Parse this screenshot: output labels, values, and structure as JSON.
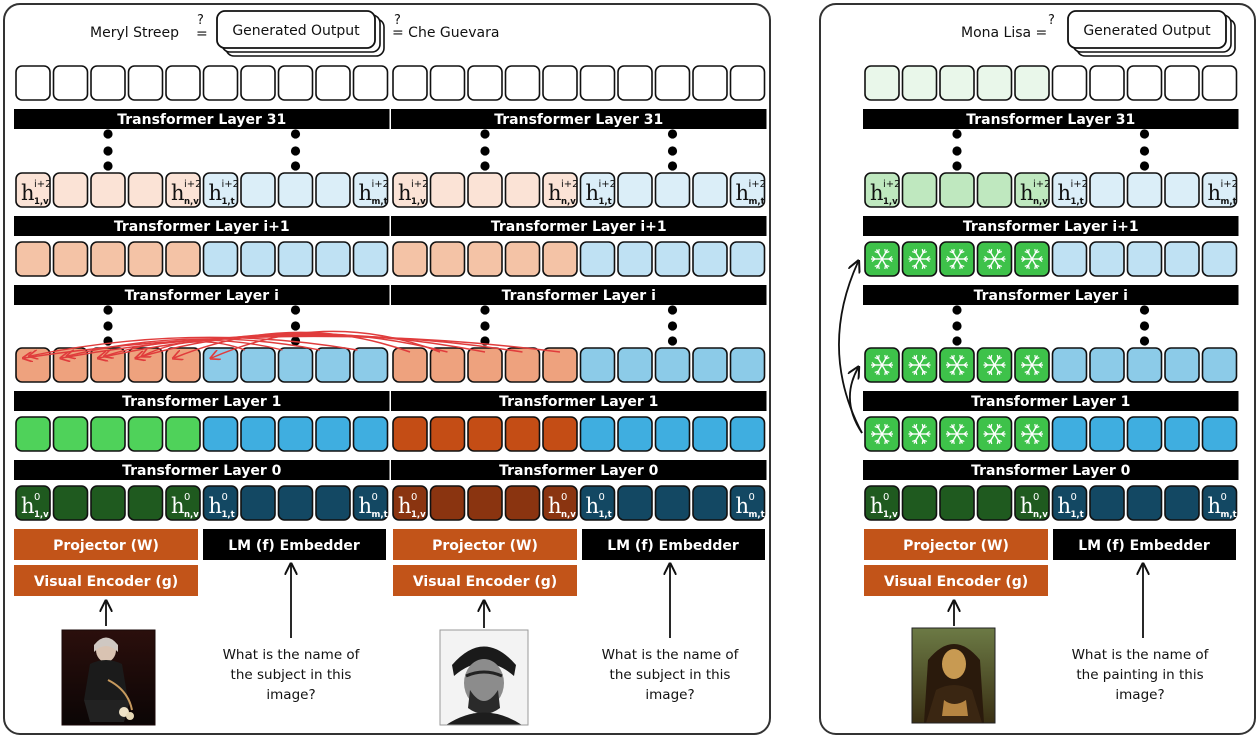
{
  "left_panel": {
    "header": {
      "left_name": "Meryl Streep",
      "relation": "?\n=",
      "box": "Generated Output",
      "right_name": "= Che Guevara",
      "qmark": "?"
    },
    "layers": {
      "top": "Transformer Layer 31",
      "i_plus_1": "Transformer Layer i+1",
      "i": "Transformer Layer i",
      "one": "Transformer Layer 1",
      "zero": "Transformer Layer 0"
    },
    "token_labels": {
      "v_first": "h",
      "sup_top": "i+2",
      "sup_zero": "0",
      "sub_v1": "1,v",
      "sub_nv": "n,v",
      "sub_t1": "1,t",
      "sub_mt": "m,t"
    },
    "modules": {
      "projector": "Projector (W)",
      "encoder": "Visual Encoder (g)",
      "embedder": "LM (f) Embedder"
    },
    "question": [
      "What is the name of",
      "the subject in this",
      "image?"
    ]
  },
  "right_panel": {
    "header": {
      "left_name": "Mona Lisa =",
      "qmark": "?",
      "box": "Generated Output"
    },
    "layers": {
      "top": "Transformer Layer 31",
      "i_plus_1": "Transformer Layer i+1",
      "i": "Transformer Layer i",
      "one": "Transformer Layer 1",
      "zero": "Transformer Layer 0"
    },
    "modules": {
      "projector": "Projector (W)",
      "encoder": "Visual Encoder (g)",
      "embedder": "LM (f) Embedder"
    },
    "question": [
      "What is the name of",
      "the painting in this",
      "image?"
    ]
  },
  "colors": {
    "salmon_light": "#fbe3d6",
    "salmon_mid": "#f4c3a6",
    "salmon_dark": "#eea27e",
    "blue_light": "#dbeef8",
    "blue_mid": "#bfe1f3",
    "blue_dark": "#8ccbe8",
    "blue_strong": "#3faee0",
    "green_bright": "#4fd25a",
    "green_dark": "#1f5a1f",
    "navy": "#134863",
    "rust": "#c44d15",
    "rust_dark": "#8a3410",
    "orange_module": "#c25419",
    "green_pale": "#e9f7ea",
    "green_soft": "#bfe8bf",
    "green_frozen": "#3ec24a",
    "arrow_red": "#e03c3c"
  }
}
